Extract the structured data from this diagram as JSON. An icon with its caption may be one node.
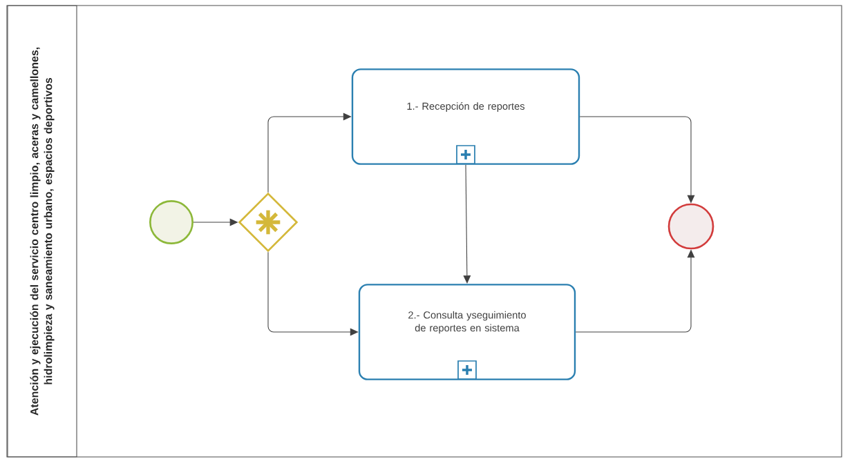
{
  "diagram": {
    "nodes": [
      {
        "text": [
          "Atención y ejecución del servicio centro limpio, aceras y camellones, hidrolimpieza y saneamiento urbano, espacios deportivos"
        ]
      },
      {
        "text": [],
        "shape": "circle"
      },
      {
        "text": [],
        "shape": "diamond"
      },
      {
        "text": [
          "1.- Recepción de reportes"
        ]
      },
      {
        "text": [
          "2.- Consulta yseguimiento de reportes en sistema"
        ]
      },
      {
        "text": [],
        "shape": "circle"
      }
    ],
    "edges": [
      {
        "from": 1,
        "to": 2,
        "arrow": "to"
      },
      {
        "from": 2,
        "to": 3,
        "arrow": "to"
      },
      {
        "from": 2,
        "to": 4,
        "arrow": "to"
      },
      {
        "from": 3,
        "to": 4,
        "arrow": "to"
      },
      {
        "from": 3,
        "to": 5,
        "arrow": "to"
      },
      {
        "from": 4,
        "to": 5,
        "arrow": "to"
      }
    ]
  }
}
